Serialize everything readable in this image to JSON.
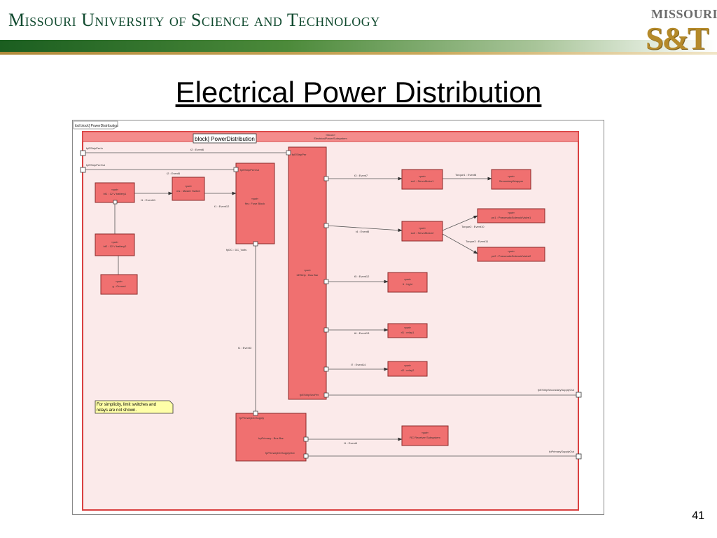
{
  "header": {
    "university_name": "Missouri University of Science and Technology",
    "logo_top": "MISSOURI",
    "logo_main": "S&T"
  },
  "slide": {
    "title": "Electrical Power Distribution",
    "number": "41"
  },
  "diagram": {
    "frame_label": "ibd block] PowerDistribution",
    "block_label": "block] PowerDistribution",
    "outer_stereotype": "«block»",
    "outer_name": "ElectricalPowerSubsystem",
    "ports": {
      "strip_per_in": "fpEStripPerIn",
      "strip_per_out": "fpEStripPerOut",
      "strip_secondary_out": "fpEStripSecondarySupplyOut",
      "primary_supply_out": "fpPrimarySupplyOut"
    },
    "blocks": {
      "battery1": {
        "stereo": "«part»",
        "name": "bt1 : 12 V battery1"
      },
      "battery2": {
        "stereo": "«part»",
        "name": "bt2 : 12 V battery2"
      },
      "ground": {
        "stereo": "«part»",
        "name": "g : Ground"
      },
      "master_switch": {
        "stereo": "«part»",
        "name": "ms : Master Switch"
      },
      "fuse_block": {
        "stereo": "«part»",
        "name": "fbs : Fuse Block",
        "port_top": "fpEStripPerOut",
        "port_bottom": "fpDC : DC_Volts"
      },
      "bus_bar": {
        "stereo": "«part»",
        "name": "bEStrip : Bus Bar",
        "port_top": "fpEStripPer",
        "port_bottom": "fpEStripSecPer"
      },
      "servo1": {
        "stereo": "«part»",
        "name": "so1 : ServoMotor1"
      },
      "secondary_wrapper": {
        "stereo": "«part»",
        "name": "SecondaryWrapper"
      },
      "servo2": {
        "stereo": "«part»",
        "name": "so2 : ServoMotor2"
      },
      "pneumatic1": {
        "stereo": "«part»",
        "name": "pn1 : PneumaticSolenoidValve1"
      },
      "pneumatic2": {
        "stereo": "«part»",
        "name": "pn2 : PneumaticSolenoidValve2"
      },
      "light": {
        "stereo": "«part»",
        "name": "lt : Light"
      },
      "relay1": {
        "stereo": "«part»",
        "name": "rl1 : relay1"
      },
      "relay2": {
        "stereo": "«part»",
        "name": "rl2 : relay2"
      },
      "primary_bus": {
        "stereo": "fpPrimaryDCSupply",
        "name": "bpPrimary : Bus Bar",
        "port_bottom": "fpPrimaryDCSupplyOut"
      },
      "rc_receiver": {
        "stereo": "«part»",
        "name": "RC Receiver Subsystem"
      }
    },
    "connectors": {
      "c1": "t1 : Event11",
      "c2": "t1 : Event12",
      "c3": "t2 : Event6",
      "c4": "t2 : Event5",
      "c5": "t3 : Event7",
      "c6": "Torque1 : Event8",
      "c7": "t4 : Event8",
      "c8": "Torque2 : Event10",
      "c9": "Torque3 : Event11",
      "c10": "t5 : Event12",
      "c11": "t6 : Event13",
      "c12": "t7 : Event14",
      "c13": "t1 : Event3",
      "c14": "t1 : Event4"
    },
    "note": {
      "line1": "For simplicity, limit switches and",
      "line2": "relays are not shown."
    }
  },
  "colors": {
    "block_fill": "#f07070",
    "block_stroke": "#8a2a2a",
    "outer_fill": "#fbeaea",
    "outer_stroke": "#d94040",
    "note_fill": "#ffffa8"
  }
}
